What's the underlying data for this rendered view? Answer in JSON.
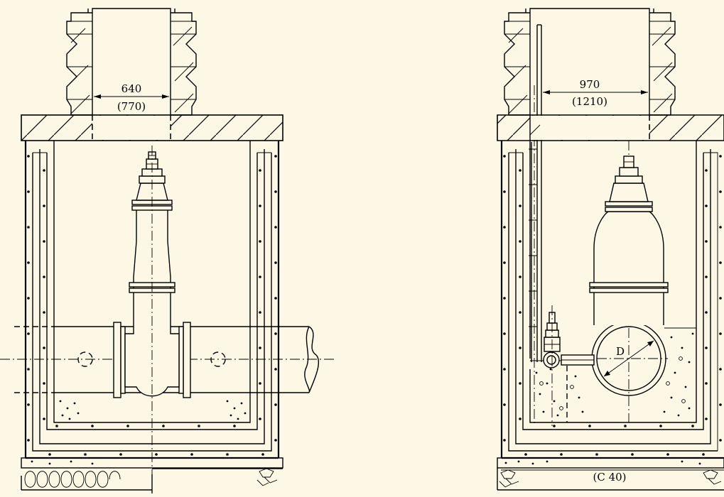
{
  "left_view": {
    "neck_width": "640",
    "neck_width_alt": "(770)"
  },
  "right_view": {
    "neck_width": "970",
    "neck_width_alt": "(1210)",
    "pipe_label": "D",
    "foundation_label": "(C 40)"
  },
  "colors": {
    "background": "#fdf8e6",
    "line": "#000000"
  }
}
